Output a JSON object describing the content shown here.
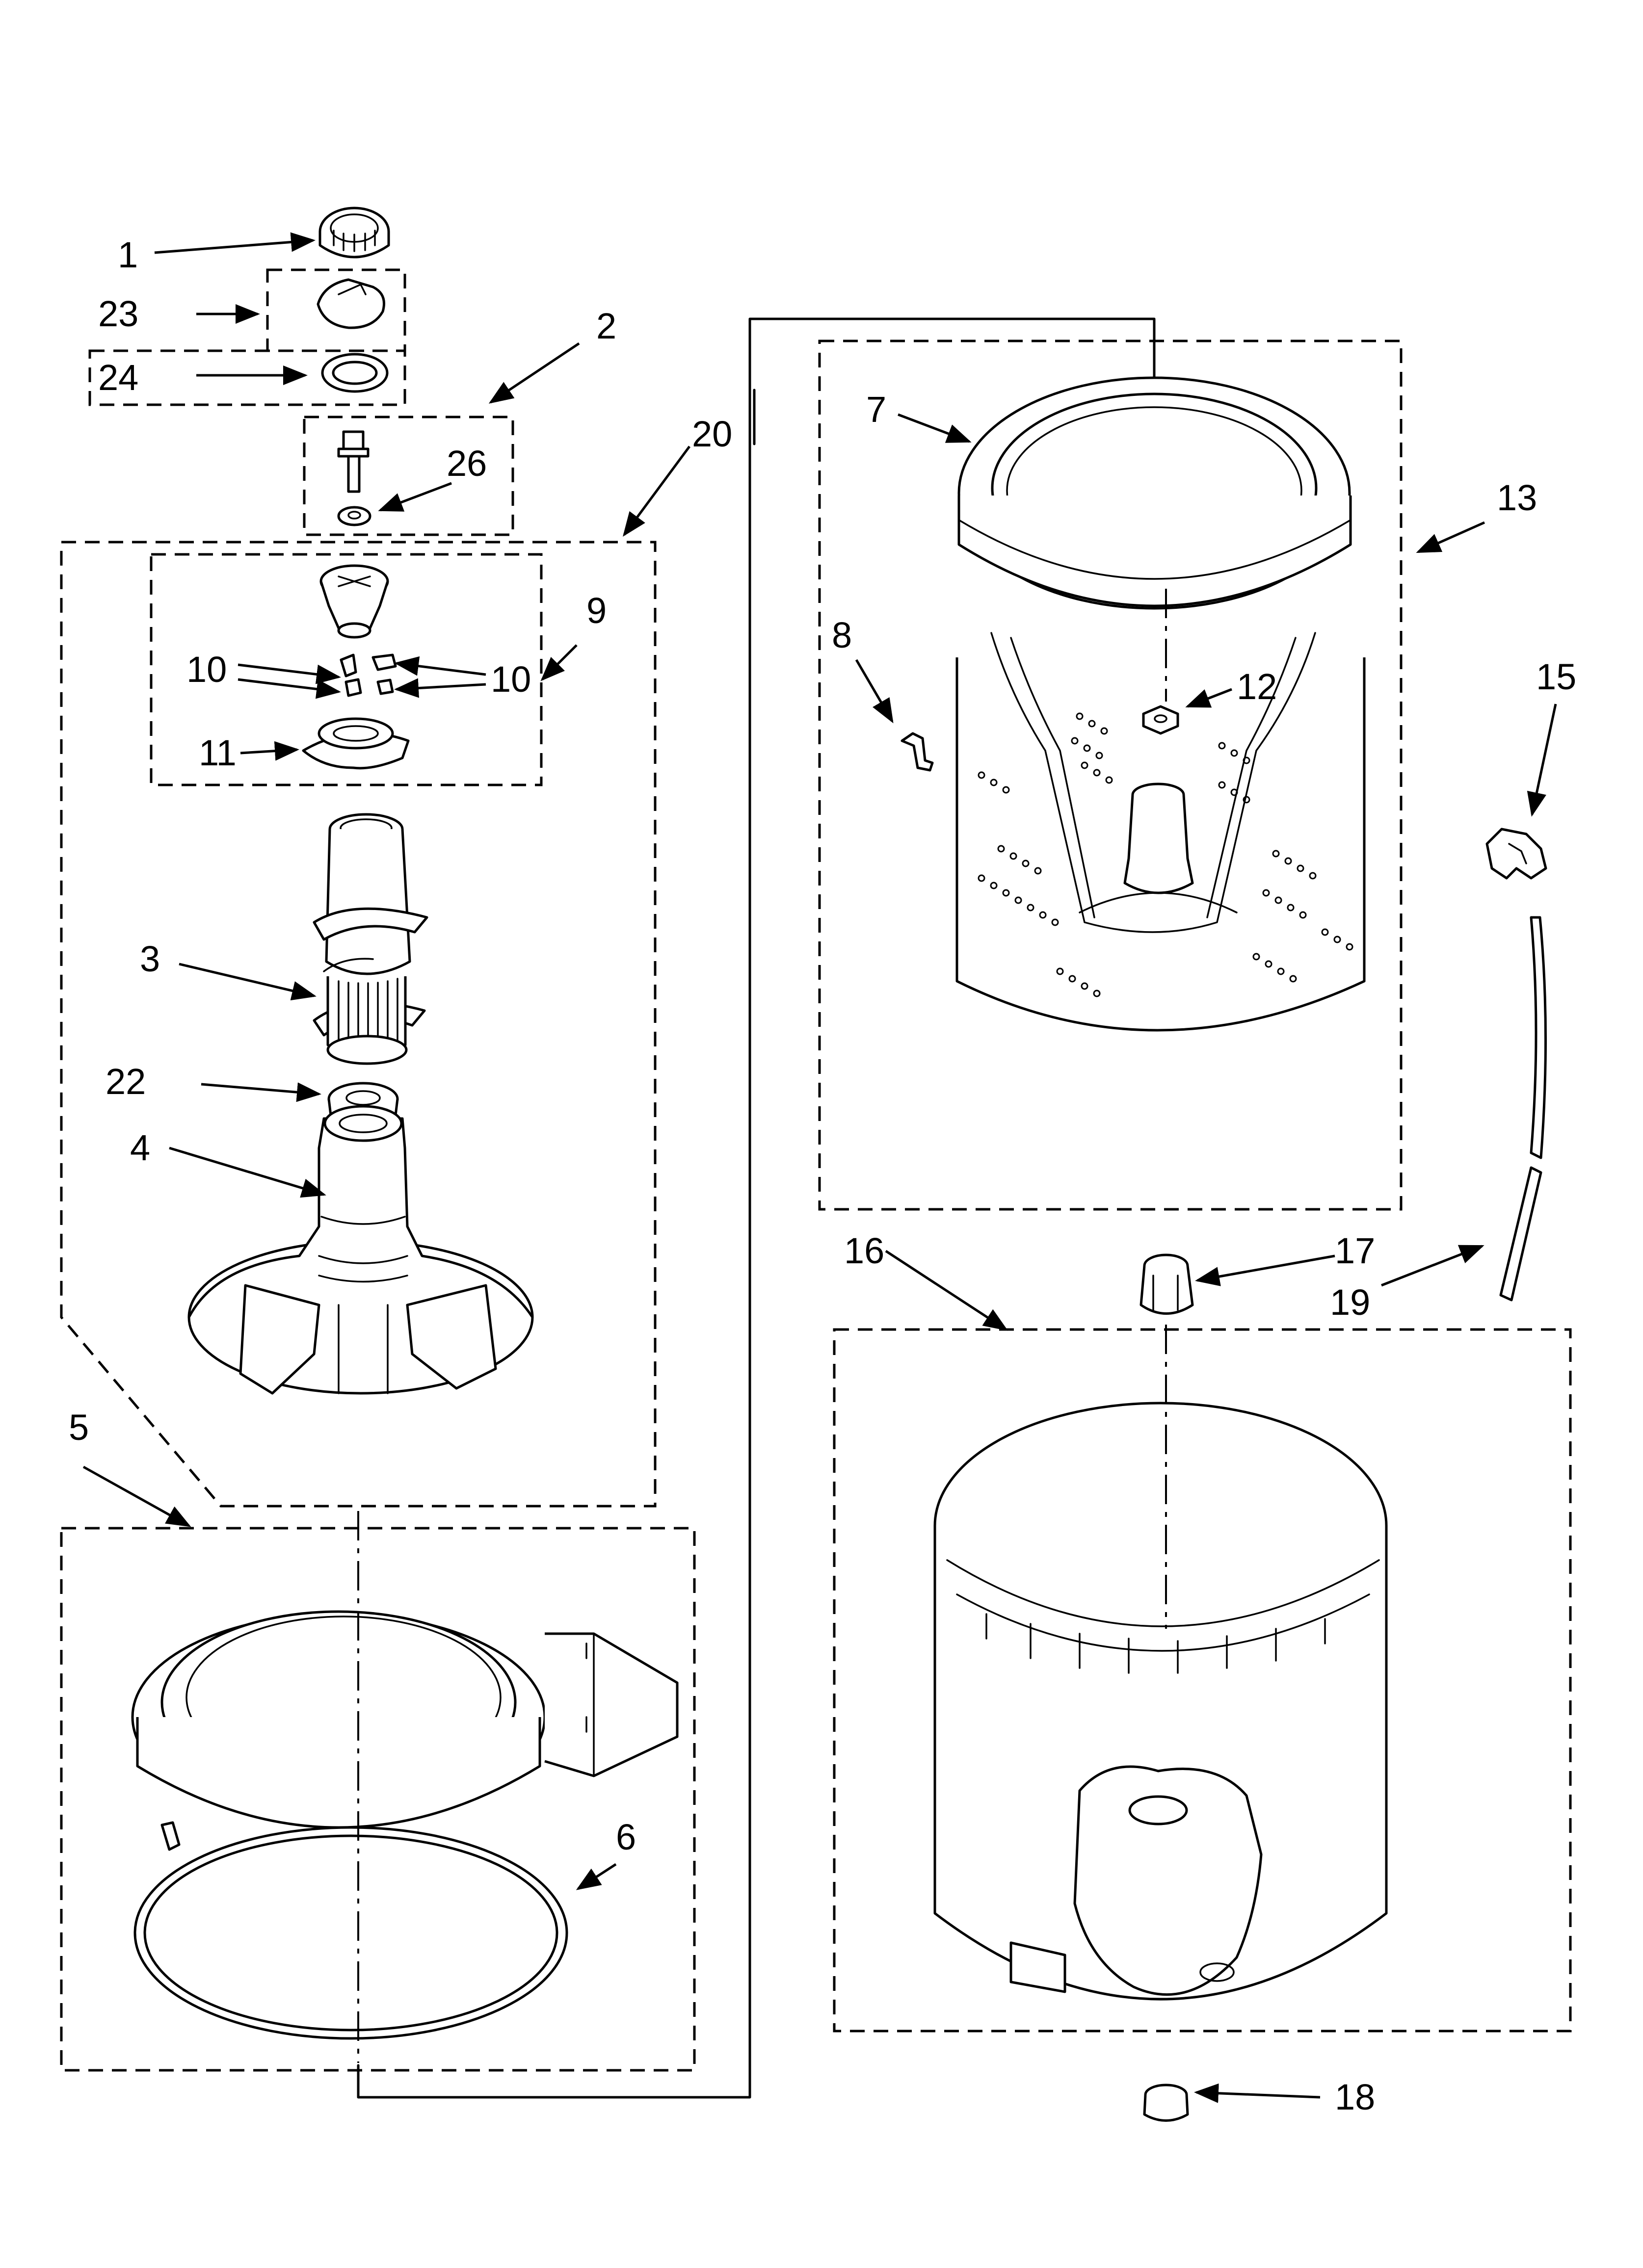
{
  "callouts": [
    {
      "id": "c1",
      "text": "1"
    },
    {
      "id": "c23",
      "text": "23"
    },
    {
      "id": "c24",
      "text": "24"
    },
    {
      "id": "c2",
      "text": "2"
    },
    {
      "id": "c26",
      "text": "26"
    },
    {
      "id": "c20",
      "text": "20"
    },
    {
      "id": "c9",
      "text": "9"
    },
    {
      "id": "c10a",
      "text": "10"
    },
    {
      "id": "c10b",
      "text": "10"
    },
    {
      "id": "c11",
      "text": "11"
    },
    {
      "id": "c3",
      "text": "3"
    },
    {
      "id": "c22",
      "text": "22"
    },
    {
      "id": "c4",
      "text": "4"
    },
    {
      "id": "c5",
      "text": "5"
    },
    {
      "id": "c6",
      "text": "6"
    },
    {
      "id": "c7",
      "text": "7"
    },
    {
      "id": "c8",
      "text": "8"
    },
    {
      "id": "c12",
      "text": "12"
    },
    {
      "id": "c13",
      "text": "13"
    },
    {
      "id": "c15",
      "text": "15"
    },
    {
      "id": "c16",
      "text": "16"
    },
    {
      "id": "c17",
      "text": "17"
    },
    {
      "id": "c19",
      "text": "19"
    },
    {
      "id": "c18",
      "text": "18"
    }
  ]
}
